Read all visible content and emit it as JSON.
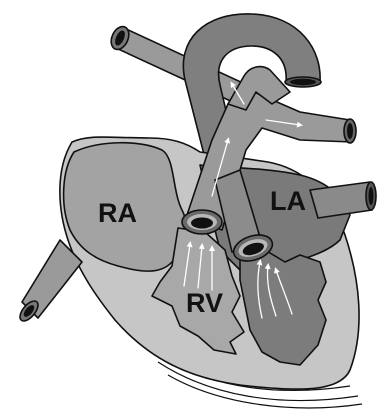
{
  "labels": {
    "ra": "RA",
    "la": "LA",
    "rv": "RV"
  },
  "colors": {
    "background": "#ffffff",
    "heart_outer": "#c6c6c6",
    "heart_inner": "#9e9e9e",
    "dark_chamber": "#7c7c7c",
    "vessel": "#8d8d8d",
    "vessel_inner": "#b0b0b0",
    "lumen": "#111111",
    "outline": "#111111",
    "flow_arrow": "#ffffff"
  }
}
